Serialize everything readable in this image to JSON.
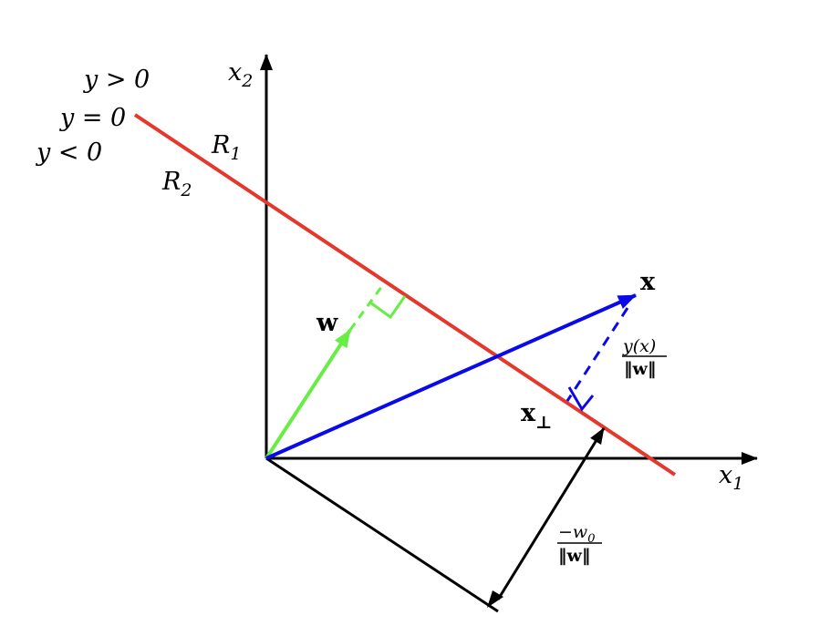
{
  "colors": {
    "boundary": "#e5382c",
    "weight_vector": "#66ee44",
    "x_vector": "#0a0ae8",
    "axes": "#000000",
    "background": "#ffffff"
  },
  "labels": {
    "x2_var": "x",
    "x2_sub": "2",
    "x1_var": "x",
    "x1_sub": "1",
    "y_gt": "y > 0",
    "y_eq": "y = 0",
    "y_lt": "y < 0",
    "r1_var": "R",
    "r1_sub": "1",
    "r2_var": "R",
    "r2_sub": "2",
    "w": "w",
    "x": "x",
    "x_perp": "x",
    "perp_sym": "⊥",
    "dist_num": "y(x)",
    "dist_den": "‖w‖",
    "offset_num": "−w",
    "offset_num_sub": "0",
    "offset_den": "‖w‖"
  }
}
